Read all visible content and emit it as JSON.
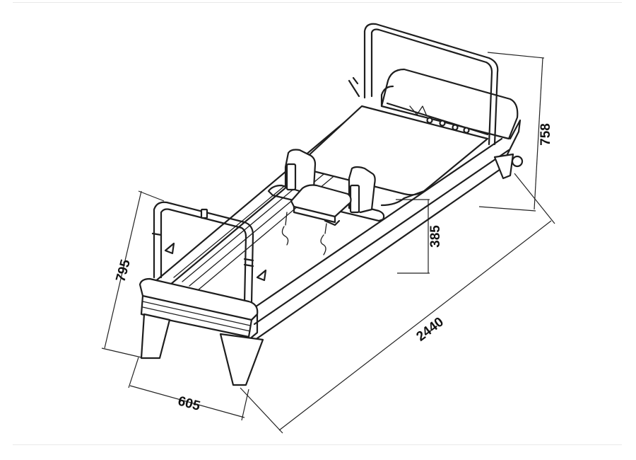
{
  "dimensions": {
    "length": "2440",
    "frame_height": "385",
    "front_height": "795",
    "rear_height": "758",
    "width": "605"
  }
}
